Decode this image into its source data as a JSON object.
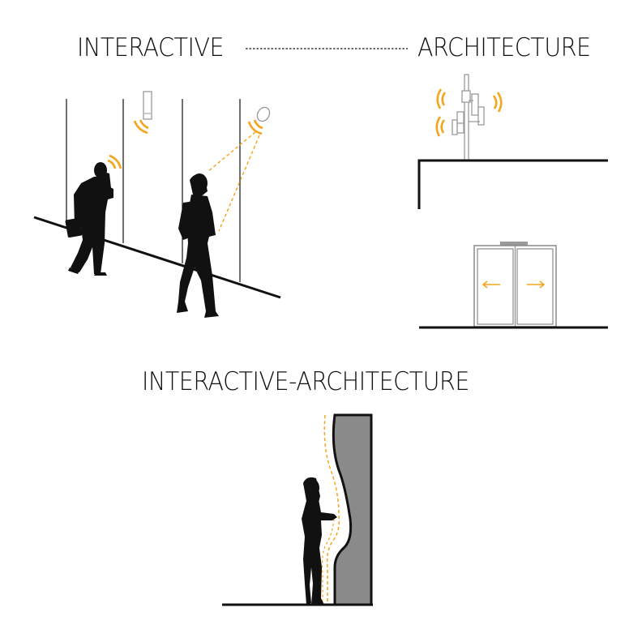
{
  "labels": {
    "interactive": "INTERACTIVE",
    "architecture": "ARCHITECTURE",
    "combined": "INTERACTIVE-ARCHITECTURE"
  },
  "colors": {
    "ink": "#111111",
    "signal": "#f4a51c",
    "wall_gray": "#8a8a8a",
    "fixture_gray": "#9a9a9a"
  },
  "icons": [
    "person-on-phone-silhouette",
    "walking-person-silhouette",
    "wall-sensor-icon",
    "ceiling-sensor-icon",
    "cell-tower-icon",
    "sliding-door-icon",
    "standing-woman-silhouette",
    "responsive-wall-icon"
  ]
}
